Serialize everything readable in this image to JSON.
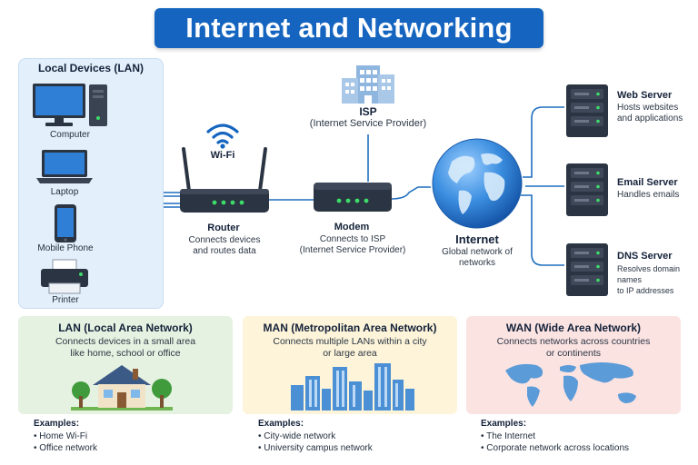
{
  "title": "Internet and Networking",
  "lan_panel": {
    "title": "Local Devices (LAN)",
    "devices": [
      {
        "label": "Computer",
        "icon": "desktop-computer-icon"
      },
      {
        "label": "Laptop",
        "icon": "laptop-icon"
      },
      {
        "label": "Mobile Phone",
        "icon": "mobile-phone-icon"
      },
      {
        "label": "Printer",
        "icon": "printer-icon"
      }
    ]
  },
  "wifi": {
    "label": "Wi-Fi",
    "icon": "wifi-icon"
  },
  "router": {
    "title": "Router",
    "desc": [
      "Connects devices",
      "and routes data"
    ],
    "icon": "router-icon"
  },
  "isp": {
    "title": "ISP",
    "desc": "(Internet Service Provider)",
    "icon": "office-building-icon"
  },
  "modem": {
    "title": "Modem",
    "desc": [
      "Connects to ISP",
      "(Internet Service Provider)"
    ],
    "icon": "modem-icon"
  },
  "internet": {
    "title": "Internet",
    "desc": [
      "Global network of",
      "networks"
    ],
    "icon": "globe-icon"
  },
  "servers": [
    {
      "title": "Web Server",
      "desc": [
        "Hosts websites",
        "and applications"
      ],
      "icon": "server-icon"
    },
    {
      "title": "Email Server",
      "desc": [
        "Handles emails"
      ],
      "icon": "server-icon"
    },
    {
      "title": "DNS Server",
      "desc": [
        "Resolves domain names",
        "to IP addresses"
      ],
      "icon": "server-icon"
    }
  ],
  "cards": [
    {
      "title": "LAN (Local Area Network)",
      "desc": [
        "Connects devices in a small area",
        "like home, school or office"
      ],
      "examples_label": "Examples:",
      "examples": [
        "Home Wi-Fi",
        "Office network"
      ],
      "icon": "house-icon"
    },
    {
      "title": "MAN (Metropolitan Area Network)",
      "desc": [
        "Connects multiple LANs within a city",
        "or large area"
      ],
      "examples_label": "Examples:",
      "examples": [
        "City-wide network",
        "University campus network"
      ],
      "icon": "city-skyline-icon"
    },
    {
      "title": "WAN (Wide Area Network)",
      "desc": [
        "Connects networks across countries",
        "or continents"
      ],
      "examples_label": "Examples:",
      "examples": [
        "The Internet",
        "Corporate network across locations"
      ],
      "icon": "world-map-icon"
    }
  ],
  "colors": {
    "accent": "#1565c0",
    "wire": "#1f6fbf",
    "device": "#2b3442",
    "screen": "#2f7fd6",
    "led": "#3ddc6a"
  }
}
